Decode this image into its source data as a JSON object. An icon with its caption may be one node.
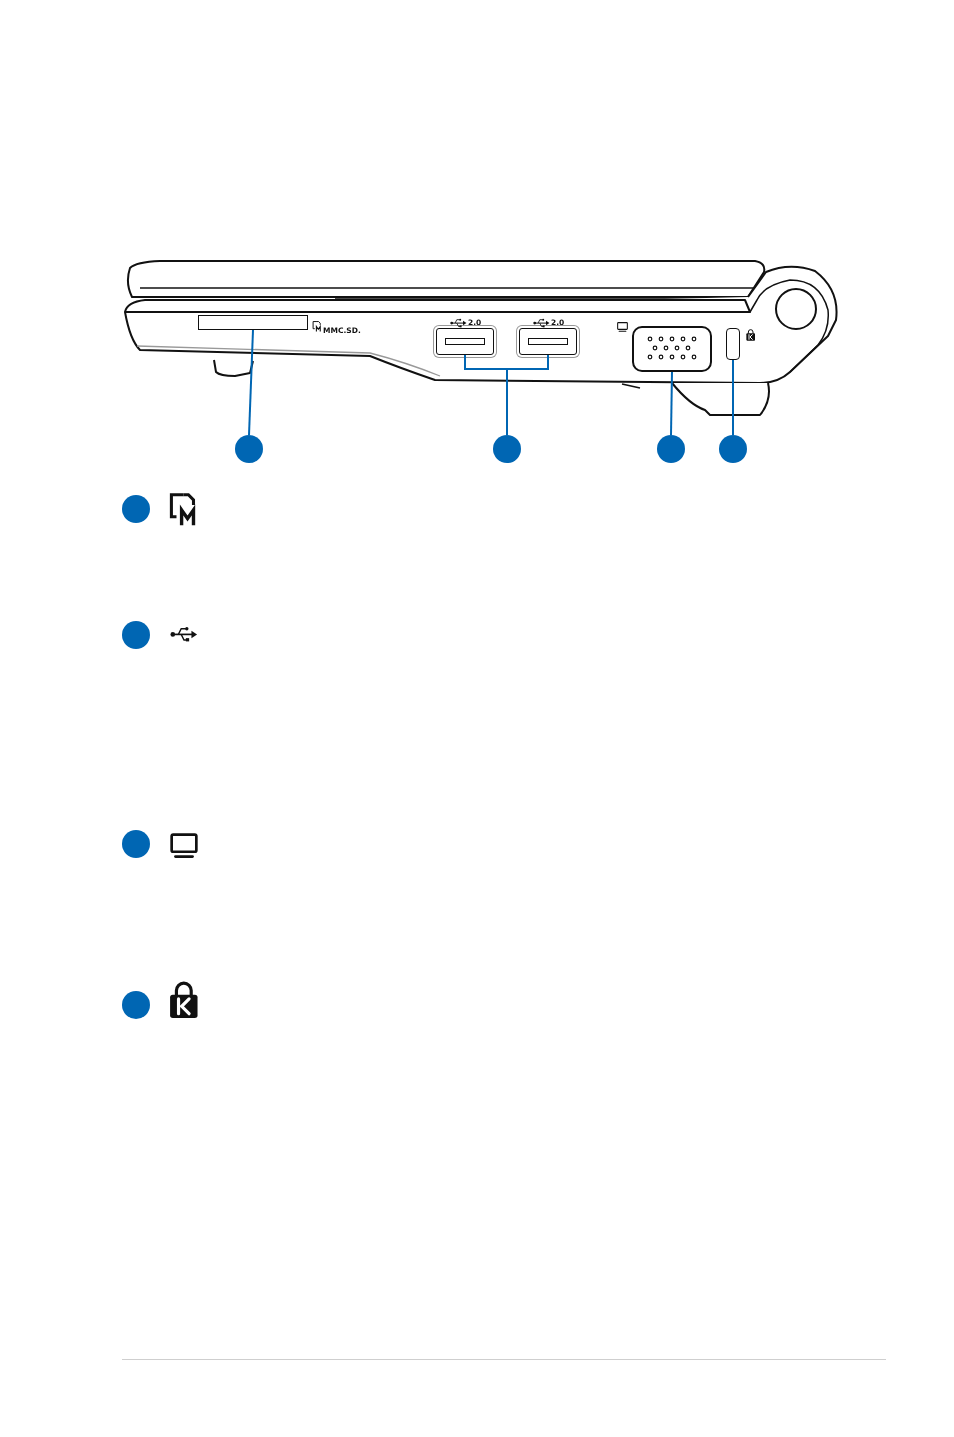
{
  "diagram": {
    "nodes": [
      {
        "text": [],
        "shape": "box"
      },
      {
        "text": [],
        "shape": "box"
      },
      {
        "text": [],
        "shape": "box"
      },
      {
        "text": [],
        "shape": "box"
      },
      {
        "text": [],
        "shape": "box"
      },
      {
        "text": [],
        "shape": "circle"
      },
      {
        "text": [],
        "shape": "circle"
      },
      {
        "text": [],
        "shape": "circle"
      },
      {
        "text": [],
        "shape": "circle"
      },
      {
        "text": [],
        "shape": "circle"
      },
      {
        "text": [],
        "shape": "circle"
      },
      {
        "text": [],
        "shape": "circle"
      },
      {
        "text": [],
        "shape": "circle"
      }
    ],
    "edges": [
      {
        "from": 5,
        "to": 0,
        "arrow": "none"
      },
      {
        "from": 6,
        "to": 1,
        "arrow": "none"
      },
      {
        "from": 6,
        "to": 2,
        "arrow": "none"
      },
      {
        "from": 7,
        "to": 3,
        "arrow": "none"
      },
      {
        "from": 8,
        "to": 4,
        "arrow": "none"
      }
    ],
    "labels": [
      "MMC.SD.",
      "2.0",
      "2.0"
    ]
  }
}
